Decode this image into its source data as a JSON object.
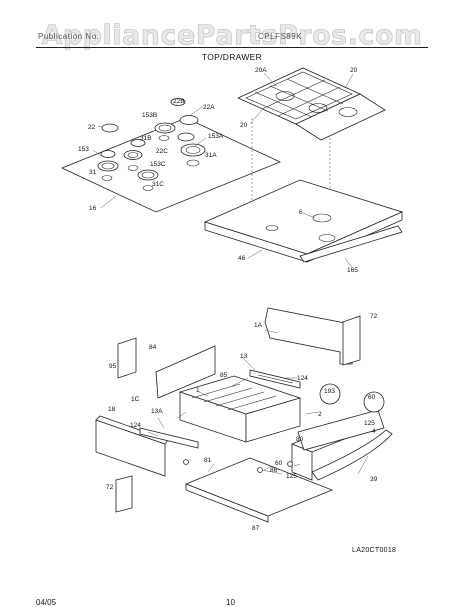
{
  "header": {
    "text_left": "Publication No.",
    "text_right": "CPLFS89K",
    "watermark": "AppliancePartsPros.com",
    "section_title": "TOP/DRAWER"
  },
  "callouts": {
    "c20A": "20A",
    "c20": "20",
    "c20C": "20",
    "c22B": "22B",
    "c22A": "22A",
    "c22": "22",
    "c153B": "153B",
    "c31B": "31B",
    "c153A": "153A",
    "c22C": "22C",
    "c153": "153",
    "c31A": "31A",
    "c153C": "153C",
    "c31": "31",
    "c31C": "31C",
    "c16": "16",
    "c6": "6",
    "c46": "46",
    "c165": "165",
    "c1A": "1A",
    "c72a": "72",
    "c84": "84",
    "c95": "95",
    "c13": "13",
    "c85": "85",
    "c124a": "124",
    "c1": "1",
    "c1C": "1C",
    "c193": "193",
    "c60": "60",
    "c2": "2",
    "c18": "18",
    "c13A": "13A",
    "c124b": "124",
    "c125a": "125",
    "c4": "4",
    "c80": "80",
    "c86": "86",
    "c81": "81",
    "c60b": "60",
    "c125b": "125",
    "c39": "39",
    "c72b": "72",
    "c87": "87"
  },
  "diagram_code": "LA20CT0018",
  "footer": {
    "date": "04/05",
    "page_number": "10"
  }
}
